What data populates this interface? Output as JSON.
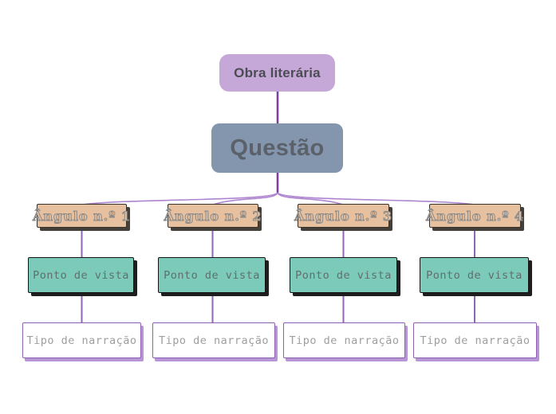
{
  "diagram": {
    "root_label": "Obra literária",
    "question_label": "Questão",
    "columns": [
      {
        "angle": "Ângulo n.º 1",
        "viewpoint": "Ponto de vista",
        "narration": "Tipo de narração"
      },
      {
        "angle": "Ângulo n.º 2",
        "viewpoint": "Ponto de vista",
        "narration": "Tipo de narração"
      },
      {
        "angle": "Ângulo n.º 3",
        "viewpoint": "Ponto de vista",
        "narration": "Tipo de narração"
      },
      {
        "angle": "Ângulo n.º 4",
        "viewpoint": "Ponto de vista",
        "narration": "Tipo de narração"
      }
    ]
  },
  "colors": {
    "root_fill": "#c5a7d8",
    "root_text": "#4c4c54",
    "question_fill": "#8496ae",
    "question_text": "#5b616b",
    "angle_fill": "#e6c09f",
    "angle_border": "#38322c",
    "angle_shadow": "#453f3a",
    "angle_text": "#8a8a8a",
    "viewpoint_fill": "#7bcaba",
    "viewpoint_border": "#131313",
    "viewpoint_shadow": "#1e1e1e",
    "viewpoint_text": "#5f6f6e",
    "narration_border": "#8d5fb0",
    "narration_shadow": "#b795d6",
    "narration_text": "#9e9e9e",
    "connector_dark": "#7b3f9e",
    "connector_mid": "#9166b3",
    "connector_light": "#ad85d0"
  }
}
